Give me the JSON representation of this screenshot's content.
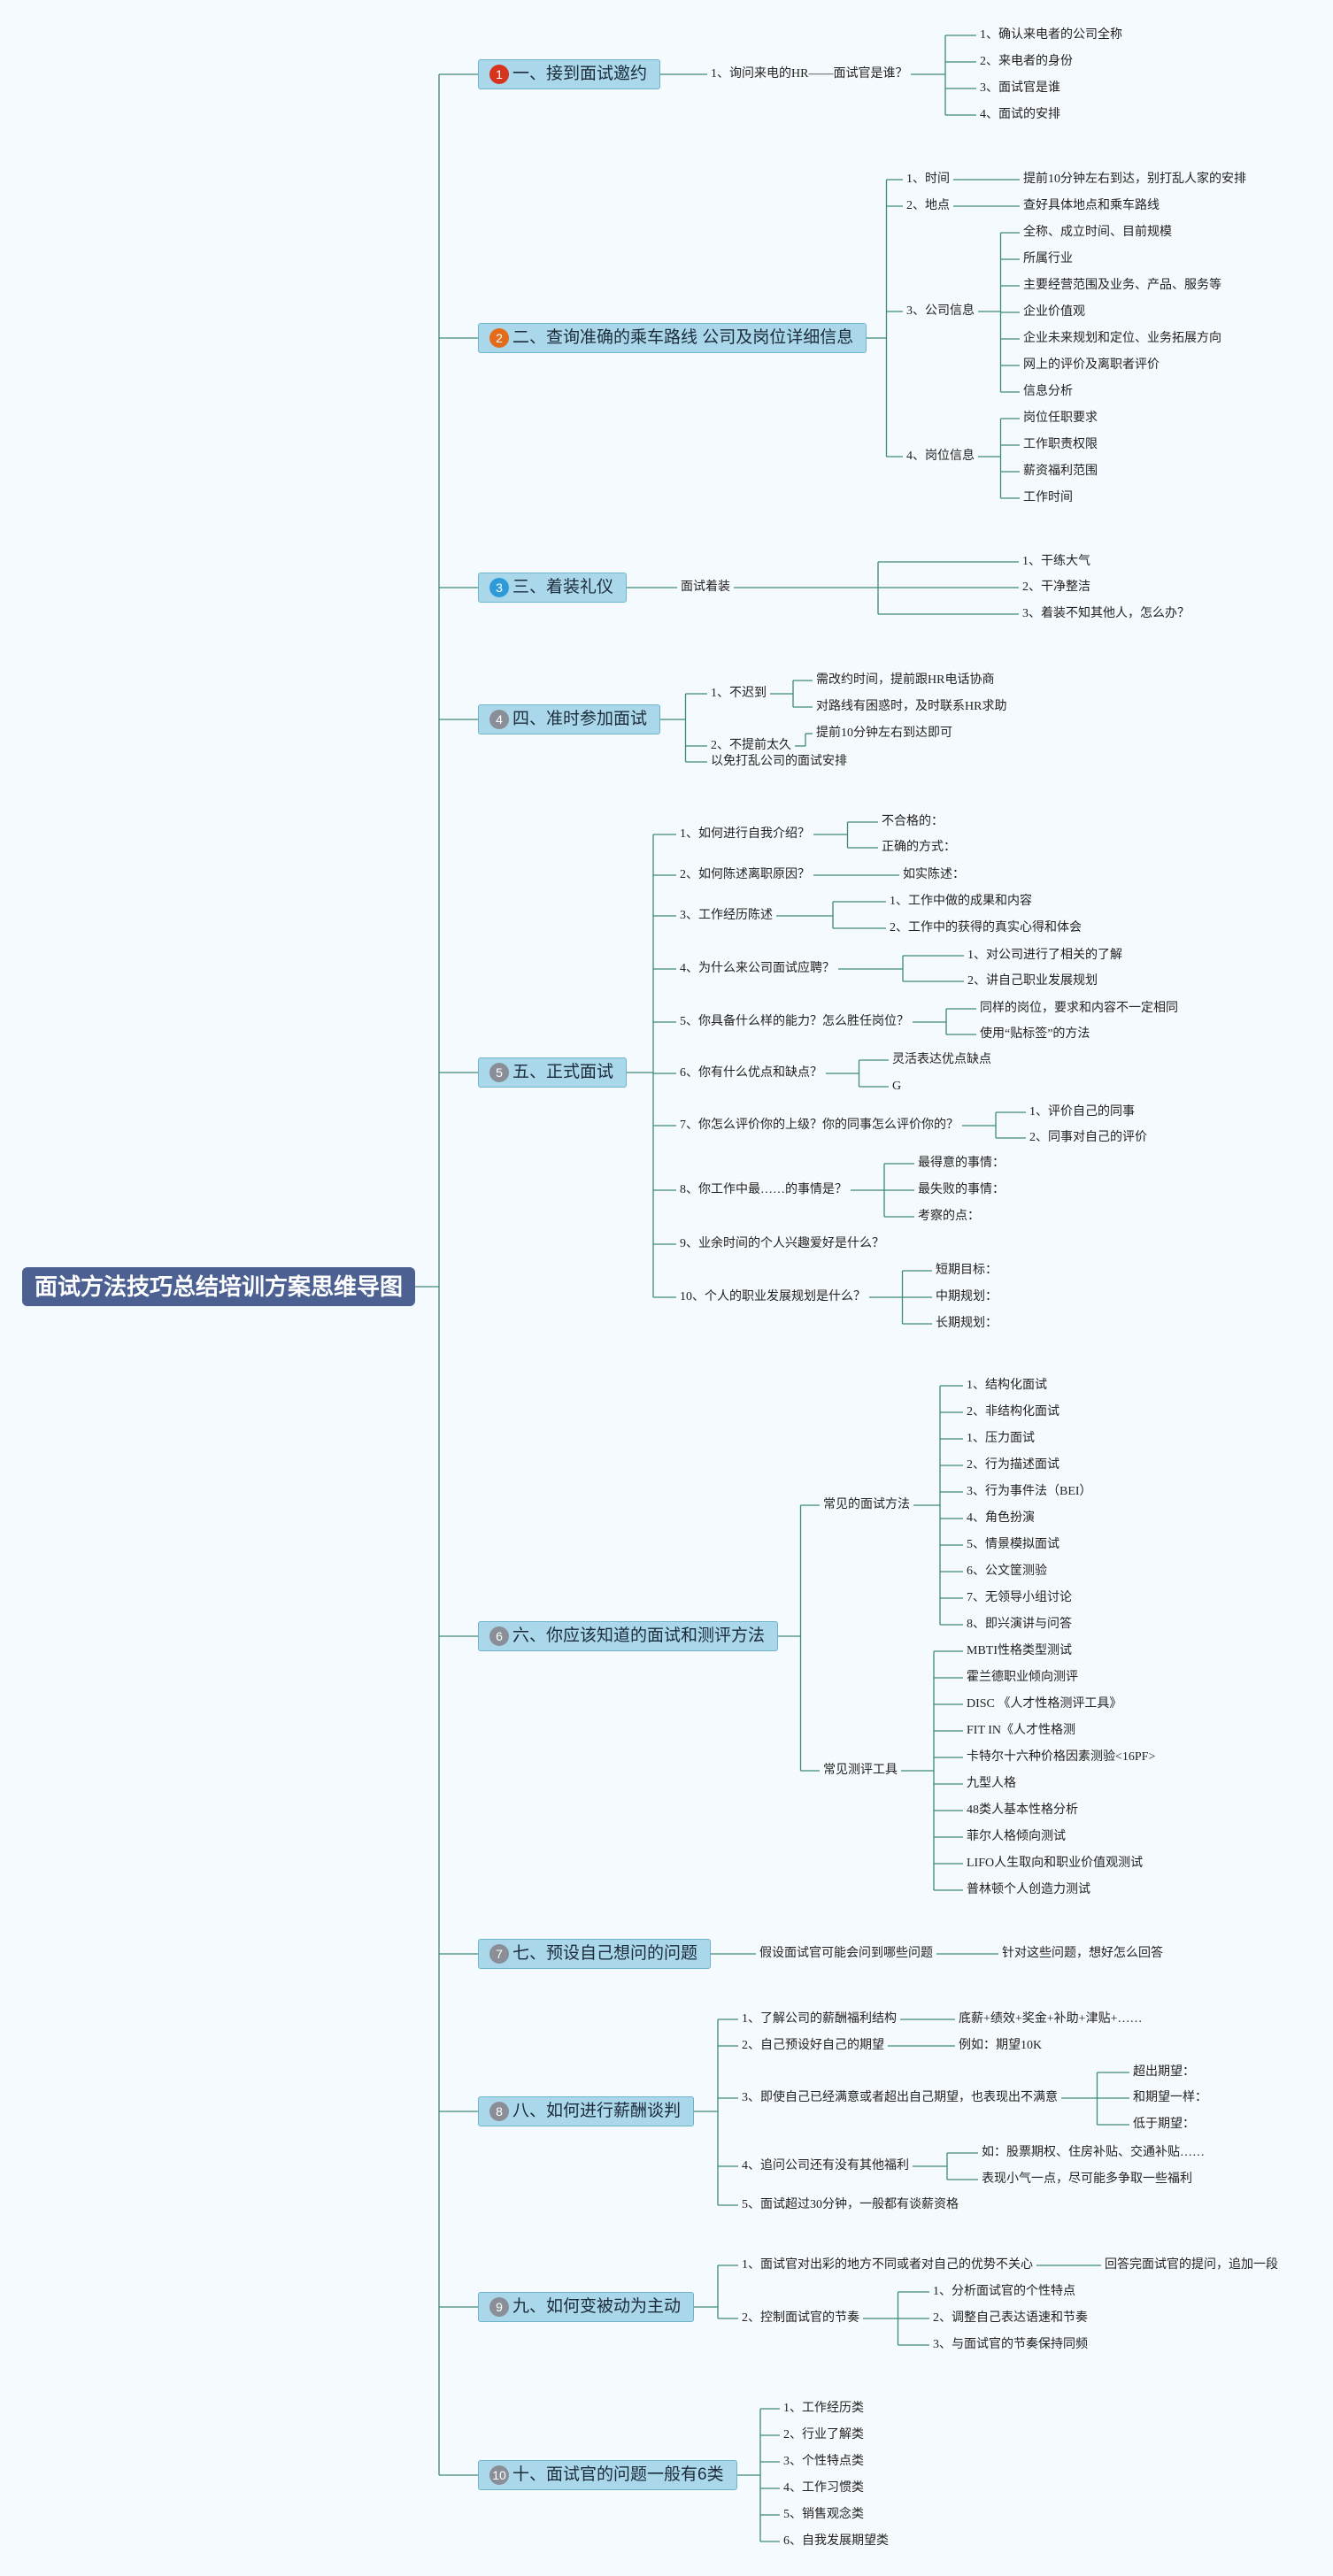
{
  "root": "面试方法技巧总结培训方案思维导图",
  "colors": {
    "link": "#3d8a76",
    "root_bg": "#4c6191",
    "main_bg": "#aad8ea"
  },
  "sections": [
    {
      "badge": "1",
      "badge_color": "#d6341e",
      "label": "一、接到面试邀约",
      "children": [
        {
          "label": "1、询问来电的HR——面试官是谁？",
          "children": [
            {
              "label": "1、确认来电者的公司全称"
            },
            {
              "label": "2、来电者的身份"
            },
            {
              "label": "3、面试官是谁"
            },
            {
              "label": "4、面试的安排"
            }
          ]
        }
      ]
    },
    {
      "badge": "2",
      "badge_color": "#e46a1c",
      "label": "二、查询准确的乘车路线 公司及岗位详细信息",
      "children": [
        {
          "label": "1、时间",
          "children": [
            {
              "label": "提前10分钟左右到达，别打乱人家的安排"
            }
          ]
        },
        {
          "label": "2、地点",
          "children": [
            {
              "label": "查好具体地点和乘车路线"
            }
          ]
        },
        {
          "label": "3、公司信息",
          "children": [
            {
              "label": "全称、成立时间、目前规模"
            },
            {
              "label": "所属行业"
            },
            {
              "label": "主要经营范围及业务、产品、服务等"
            },
            {
              "label": "企业价值观"
            },
            {
              "label": "企业未来规划和定位、业务拓展方向"
            },
            {
              "label": "网上的评价及离职者评价"
            },
            {
              "label": "信息分析"
            }
          ]
        },
        {
          "label": "4、岗位信息",
          "children": [
            {
              "label": "岗位任职要求"
            },
            {
              "label": "工作职责权限"
            },
            {
              "label": "薪资福利范围"
            },
            {
              "label": "工作时间"
            }
          ]
        }
      ]
    },
    {
      "badge": "3",
      "badge_color": "#2f9ad8",
      "label": "三、着装礼仪",
      "children": [
        {
          "label": "面试着装",
          "children": [
            {
              "label": "1、干练大气"
            },
            {
              "label": "2、干净整洁"
            },
            {
              "label": "3、着装不知其他人，怎么办？"
            }
          ]
        }
      ]
    },
    {
      "badge": "4",
      "badge_color": "#8a8f97",
      "label": "四、准时参加面试",
      "children": [
        {
          "label": "1、不迟到",
          "children": [
            {
              "label": "需改约时间，提前跟HR电话协商"
            },
            {
              "label": "对路线有困惑时，及时联系HR求助"
            }
          ]
        },
        {
          "label": "2、不提前太久",
          "children": [
            {
              "label": "提前10分钟左右到达即可"
            }
          ]
        },
        {
          "label": "以免打乱公司的面试安排"
        }
      ]
    },
    {
      "badge": "5",
      "badge_color": "#8a8f97",
      "label": "五、正式面试",
      "children": [
        {
          "label": "1、如何进行自我介绍？",
          "children": [
            {
              "label": "不合格的："
            },
            {
              "label": "正确的方式："
            }
          ]
        },
        {
          "label": "2、如何陈述离职原因？",
          "children": [
            {
              "label": "如实陈述："
            }
          ]
        },
        {
          "label": "3、工作经历陈述",
          "children": [
            {
              "label": "1、工作中做的成果和内容"
            },
            {
              "label": "2、工作中的获得的真实心得和体会"
            }
          ]
        },
        {
          "label": "4、为什么来公司面试应聘？",
          "children": [
            {
              "label": "1、对公司进行了相关的了解"
            },
            {
              "label": "2、讲自己职业发展规划"
            }
          ]
        },
        {
          "label": "5、你具备什么样的能力？怎么胜任岗位？",
          "children": [
            {
              "label": "同样的岗位，要求和内容不一定相同"
            },
            {
              "label": "使用“贴标签”的方法"
            }
          ]
        },
        {
          "label": "6、你有什么优点和缺点？",
          "children": [
            {
              "label": "灵活表达优点缺点"
            },
            {
              "label": "G"
            }
          ]
        },
        {
          "label": "7、你怎么评价你的上级？你的同事怎么评价你的？",
          "children": [
            {
              "label": "1、评价自己的同事"
            },
            {
              "label": "2、同事对自己的评价"
            }
          ]
        },
        {
          "label": "8、你工作中最……的事情是？",
          "children": [
            {
              "label": "最得意的事情："
            },
            {
              "label": "最失败的事情："
            },
            {
              "label": "考察的点："
            }
          ]
        },
        {
          "label": "9、业余时间的个人兴趣爱好是什么？"
        },
        {
          "label": "10、个人的职业发展规划是什么？",
          "children": [
            {
              "label": "短期目标："
            },
            {
              "label": "中期规划："
            },
            {
              "label": "长期规划："
            }
          ]
        }
      ]
    },
    {
      "badge": "6",
      "badge_color": "#8a8f97",
      "label": "六、你应该知道的面试和测评方法",
      "children": [
        {
          "label": "常见的面试方法",
          "children": [
            {
              "label": "1、结构化面试"
            },
            {
              "label": "2、非结构化面试"
            },
            {
              "label": "1、压力面试"
            },
            {
              "label": "2、行为描述面试"
            },
            {
              "label": "3、行为事件法（BEI）"
            },
            {
              "label": "4、角色扮演"
            },
            {
              "label": "5、情景模拟面试"
            },
            {
              "label": "6、公文筐测验"
            },
            {
              "label": "7、无领导小组讨论"
            },
            {
              "label": "8、即兴演讲与问答"
            }
          ]
        },
        {
          "label": "常见测评工具",
          "children": [
            {
              "label": "MBTI性格类型测试"
            },
            {
              "label": "霍兰德职业倾向测评"
            },
            {
              "label": "DISC 《人才性格测评工具》"
            },
            {
              "label": "FIT IN《人才性格测"
            },
            {
              "label": "卡特尔十六种价格因素测验<16PF>"
            },
            {
              "label": "九型人格"
            },
            {
              "label": "48类人基本性格分析"
            },
            {
              "label": "菲尔人格倾向测试"
            },
            {
              "label": "LIFO人生取向和职业价值观测试"
            },
            {
              "label": "普林顿个人创造力测试"
            }
          ]
        }
      ]
    },
    {
      "badge": "7",
      "badge_color": "#8a8f97",
      "label": "七、预设自己想问的问题",
      "children": [
        {
          "label": "假设面试官可能会问到哪些问题",
          "children": [
            {
              "label": "针对这些问题，想好怎么回答"
            }
          ]
        }
      ]
    },
    {
      "badge": "8",
      "badge_color": "#8a8f97",
      "label": "八、如何进行薪酬谈判",
      "children": [
        {
          "label": "1、了解公司的薪酬福利结构",
          "children": [
            {
              "label": "底薪+绩效+奖金+补助+津贴+……"
            }
          ]
        },
        {
          "label": "2、自己预设好自己的期望",
          "children": [
            {
              "label": "例如：期望10K"
            }
          ]
        },
        {
          "label": "3、即使自己已经满意或者超出自己期望，也表现出不满意",
          "children": [
            {
              "label": "超出期望："
            },
            {
              "label": "和期望一样："
            },
            {
              "label": "低于期望："
            }
          ]
        },
        {
          "label": "4、追问公司还有没有其他福利",
          "children": [
            {
              "label": "如：股票期权、住房补贴、交通补贴……"
            },
            {
              "label": "表现小气一点，尽可能多争取一些福利"
            }
          ]
        },
        {
          "label": "5、面试超过30分钟，一般都有谈薪资格"
        }
      ]
    },
    {
      "badge": "9",
      "badge_color": "#8a8f97",
      "label": "九、如何变被动为主动",
      "children": [
        {
          "label": "1、面试官对出彩的地方不同或者对自己的优势不关心",
          "children": [
            {
              "label": "回答完面试官的提问，追加一段"
            }
          ]
        },
        {
          "label": "2、控制面试官的节奏",
          "children": [
            {
              "label": "1、分析面试官的个性特点"
            },
            {
              "label": "2、调整自己表达语速和节奏"
            },
            {
              "label": "3、与面试官的节奏保持同频"
            }
          ]
        }
      ]
    },
    {
      "badge": "10",
      "badge_color": "#8a8f97",
      "label": "十、面试官的问题一般有6类",
      "children": [
        {
          "label": "1、工作经历类"
        },
        {
          "label": "2、行业了解类"
        },
        {
          "label": "3、个性特点类"
        },
        {
          "label": "4、工作习惯类"
        },
        {
          "label": "5、销售观念类"
        },
        {
          "label": "6、自我发展期望类"
        }
      ]
    }
  ]
}
